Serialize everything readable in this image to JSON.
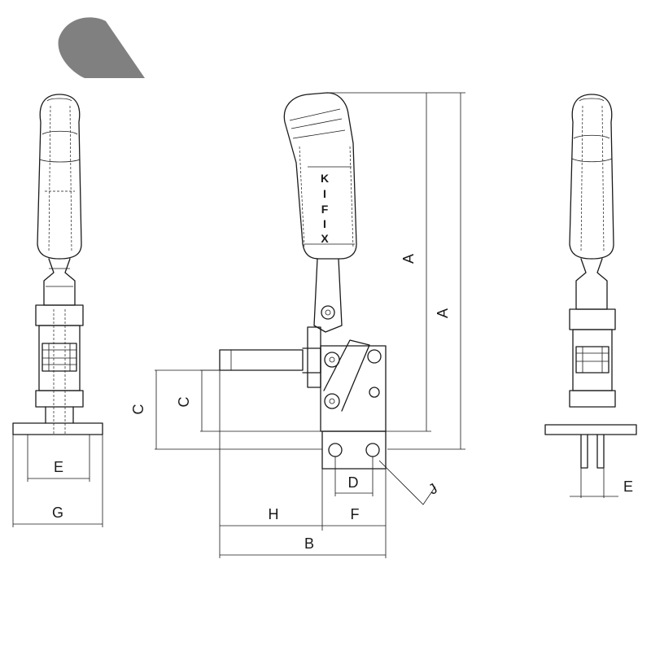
{
  "colors": {
    "line": "#1a1a1a",
    "logo_shape": "#808080",
    "background": "#ffffff"
  },
  "brand_text": "KIFIX",
  "dimensions": {
    "A": "A",
    "A_overall": "A",
    "B": "B",
    "C": "C",
    "C_outer": "C",
    "D": "D",
    "E": "E",
    "E_right": "E",
    "F": "F",
    "G": "G",
    "H": "H",
    "J": "J"
  }
}
